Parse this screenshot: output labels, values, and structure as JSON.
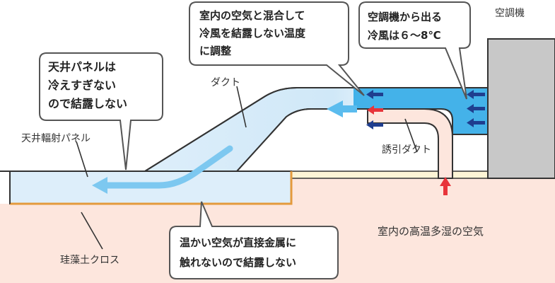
{
  "labels": {
    "ac_unit": "空調機",
    "duct": "ダクト",
    "ceiling_panel": "天井輻射パネル",
    "induction_duct": "誘引ダクト",
    "diatomite_cloth": "珪藻土クロス",
    "room_air": "室内の高温多湿の空気"
  },
  "callouts": {
    "panel_note": [
      "天井パネルは",
      "冷えすぎない",
      "ので結露しない"
    ],
    "mixing_note": [
      "室内の空気と混合して",
      "冷風を結露しない温度",
      "に調整"
    ],
    "ac_outlet_note": [
      "空調機から出る",
      "冷風は６～8℃"
    ],
    "metal_note": [
      "温かい空気が直接金属に",
      "触れないので結露しない"
    ]
  },
  "colors": {
    "room_air_fill": "#fde6dd",
    "ceiling_panel_fill": "#ddeefa",
    "cold_air_fill": "#3aaee8",
    "warm_air_arrow": "#e8343a",
    "cold_air_arrow": "#1f3e8f",
    "ac_unit_fill": "#c8c8c8",
    "insulation_strip": "#fdf5d6",
    "diatomite_edge": "#e49a3c"
  }
}
